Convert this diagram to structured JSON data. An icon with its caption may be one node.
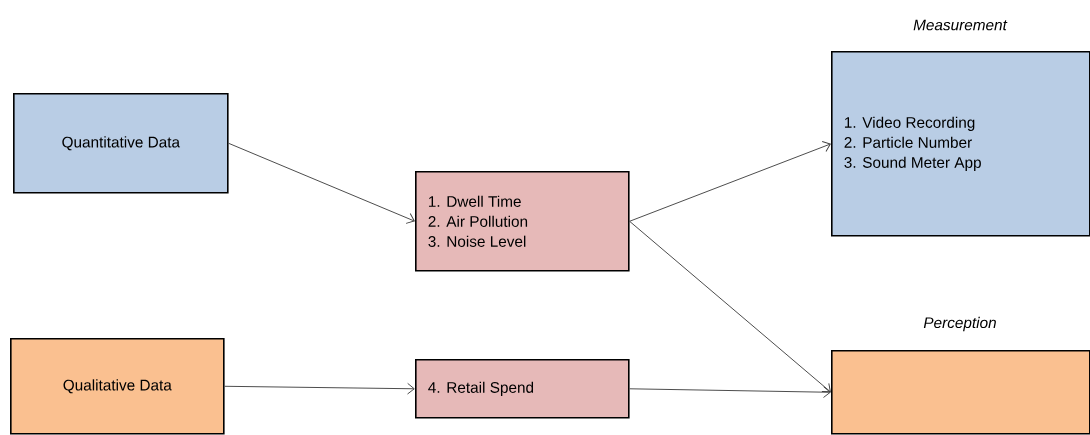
{
  "diagram": {
    "nodes": [
      {
        "text": [
          "Quantitative Data"
        ]
      },
      {
        "text": [
          "Qualitative Data"
        ]
      },
      {
        "text": [
          "1.  Dwell Time",
          "2.  Air Pollution",
          "3.  Noise Level"
        ]
      },
      {
        "text": [
          "4.  Retail Spend"
        ]
      },
      {
        "text": [
          "Measurement",
          "1.  Video Recording",
          "2.  Particle Number",
          "3.  Sound Meter App"
        ]
      },
      {
        "text": [
          "Perception"
        ]
      }
    ],
    "edges": [
      {
        "from": 0,
        "to": 2,
        "arrow": "to"
      },
      {
        "from": 1,
        "to": 3,
        "arrow": "to"
      },
      {
        "from": 2,
        "to": 4,
        "arrow": "to"
      },
      {
        "from": 2,
        "to": 5,
        "arrow": "to"
      },
      {
        "from": 3,
        "to": 5,
        "arrow": "to"
      }
    ]
  }
}
